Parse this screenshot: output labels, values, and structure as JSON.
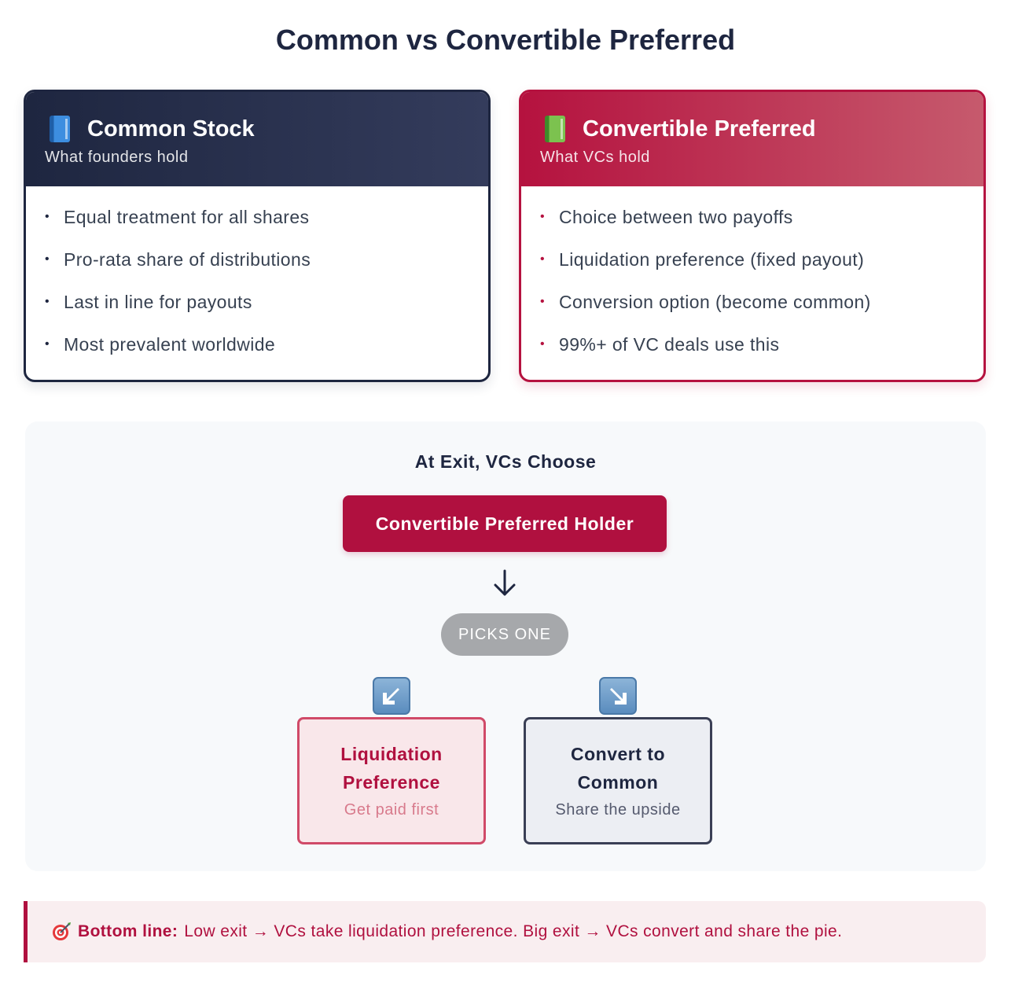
{
  "title": "Common vs Convertible Preferred",
  "common_card": {
    "icon": "blue-book-icon",
    "title": "Common Stock",
    "subtitle": "What founders hold",
    "items": [
      "Equal treatment for all shares",
      "Pro-rata share of distributions",
      "Last in line for payouts",
      "Most prevalent worldwide"
    ]
  },
  "preferred_card": {
    "icon": "green-book-icon",
    "title": "Convertible Preferred",
    "subtitle": "What VCs hold",
    "items": [
      "Choice between two payoffs",
      "Liquidation preference (fixed payout)",
      "Conversion option (become common)",
      "99%+ of VC deals use this"
    ]
  },
  "flow": {
    "title": "At Exit, VCs Choose",
    "holder": "Convertible Preferred Holder",
    "picks": "PICKS ONE",
    "options": [
      {
        "title_line1": "Liquidation",
        "title_line2": "Preference",
        "subtitle": "Get paid first"
      },
      {
        "title_line1": "Convert to",
        "title_line2": "Common",
        "subtitle": "Share the upside"
      }
    ]
  },
  "bottom": {
    "icon": "target-icon",
    "label": "Bottom line:",
    "text": "Low exit → VCs take liquidation preference. Big exit → VCs convert and share the pie."
  },
  "colors": {
    "navy": "#1e2640",
    "crimson": "#b0103f"
  }
}
